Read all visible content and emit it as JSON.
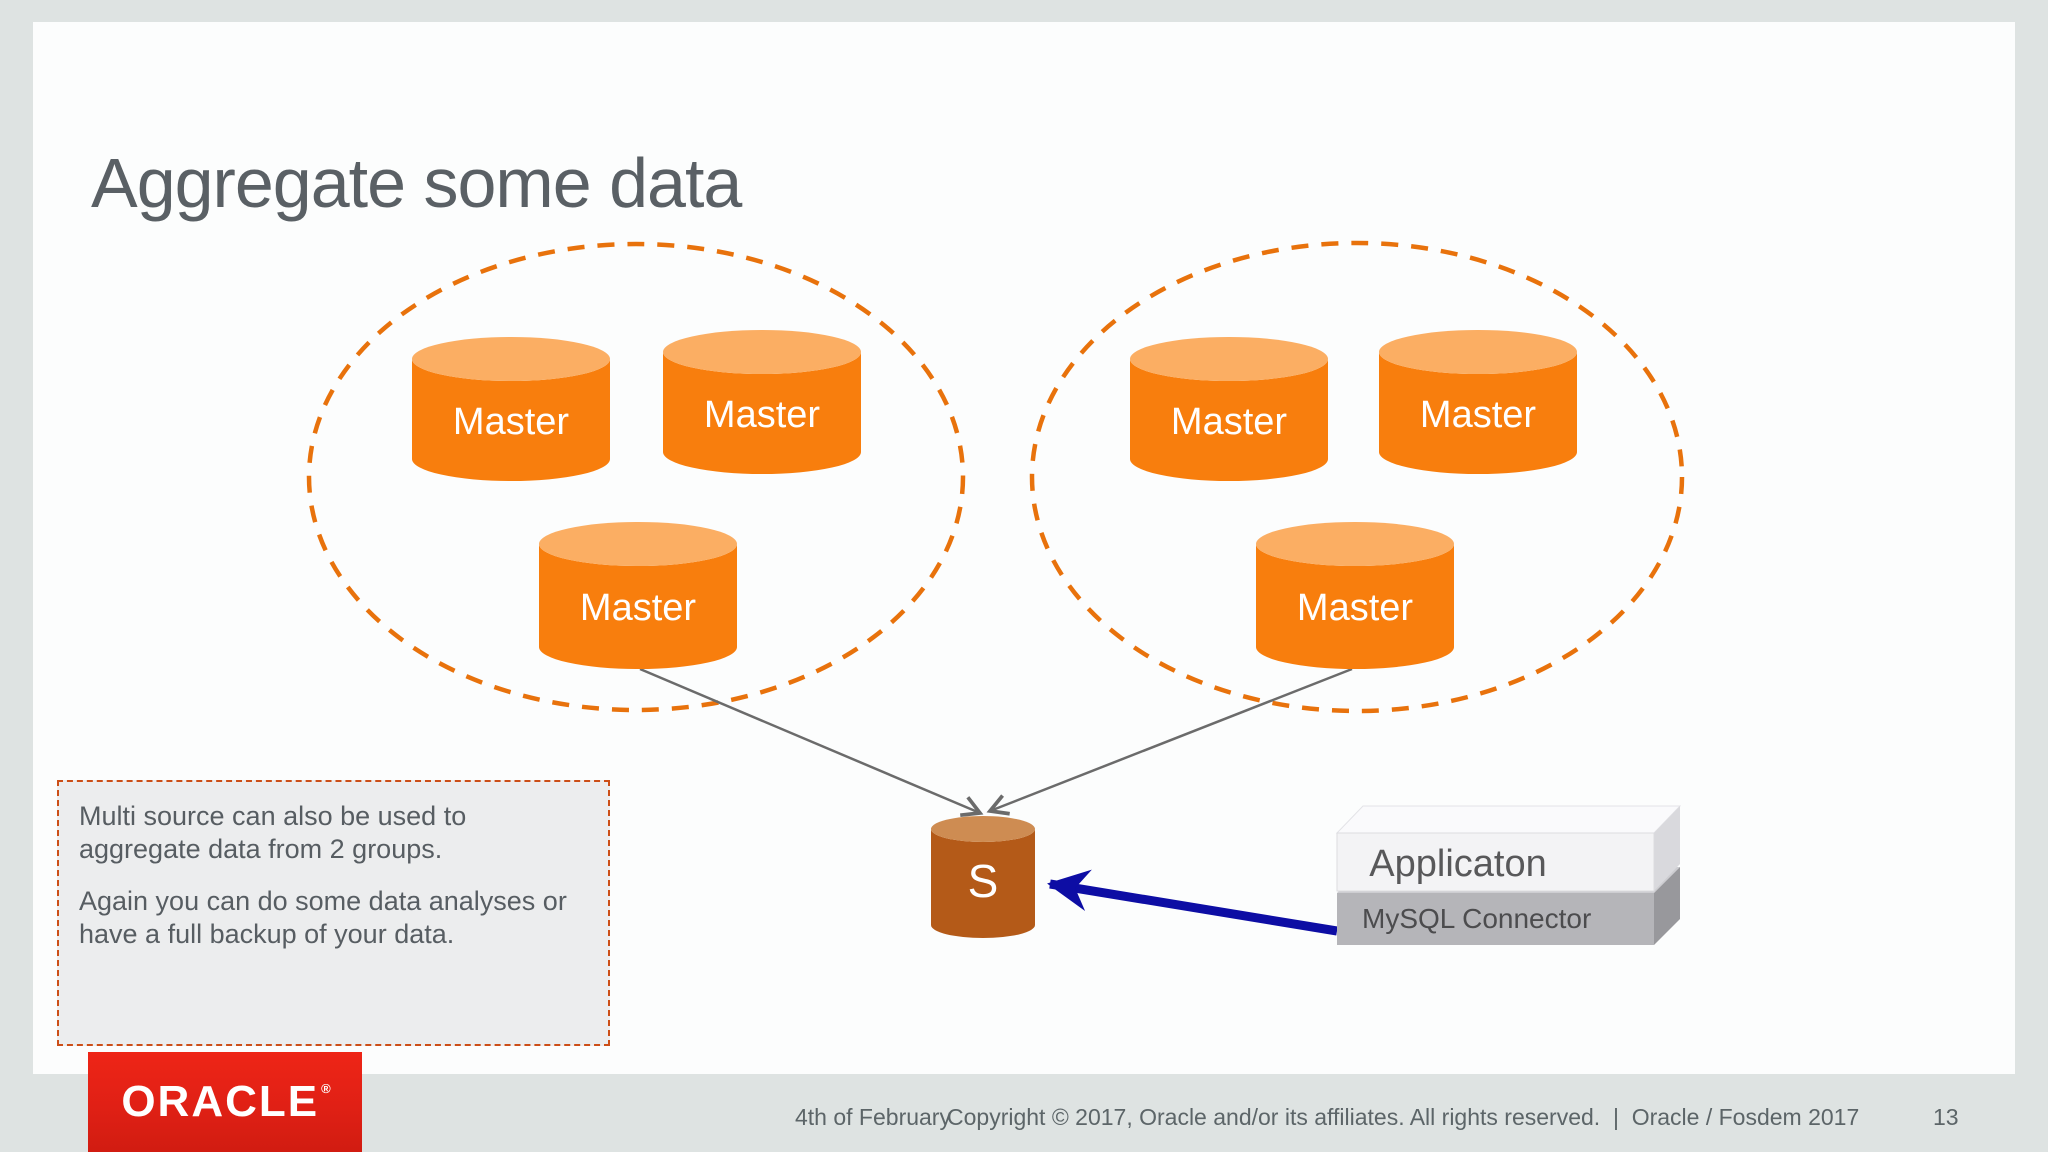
{
  "slide": {
    "title": "Aggregate some data",
    "note_box": {
      "paragraphs": [
        "Multi source can also be used to aggregate data from 2 groups.",
        "Again you can do some data analyses or have a full backup of your data."
      ]
    }
  },
  "diagram": {
    "groups": [
      {
        "masters": [
          {
            "label": "Master"
          },
          {
            "label": "Master"
          },
          {
            "label": "Master"
          }
        ]
      },
      {
        "masters": [
          {
            "label": "Master"
          },
          {
            "label": "Master"
          },
          {
            "label": "Master"
          }
        ]
      }
    ],
    "slave": {
      "label": "S"
    },
    "app_stack": {
      "application_label": "Applicaton",
      "connector_label": "MySQL Connector"
    }
  },
  "footer": {
    "logo_text": "ORACLE",
    "logo_reg_mark": "®",
    "date": "4th of February",
    "copyright": "Copyright © 2017, Oracle and/or its affiliates. All rights reserved.  |  Oracle / Fosdem 2017",
    "page_number": "13"
  },
  "colors": {
    "master_orange": "#F87E0D",
    "master_orange_top": "#FBAE63",
    "group_dash_orange": "#E8720C",
    "slave_brown": "#B45A18",
    "slave_brown_top": "#CE8C52",
    "replication_arrow_gray": "#6B6B6B",
    "connector_arrow_blue": "#0D0DA4",
    "oracle_red": "#E2231A",
    "note_border_orange": "#CC4E17",
    "slide_background": "#FCFDFD",
    "page_background": "#DEE3E2"
  }
}
